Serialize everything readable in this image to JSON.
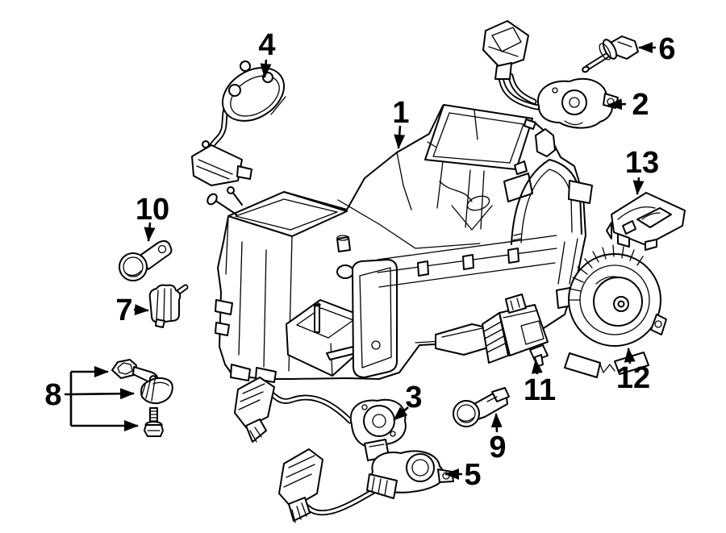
{
  "diagram": {
    "background": "#ffffff",
    "line_color": "#000000",
    "callouts": [
      {
        "label": "1"
      },
      {
        "label": "2"
      },
      {
        "label": "3"
      },
      {
        "label": "4"
      },
      {
        "label": "5"
      },
      {
        "label": "6"
      },
      {
        "label": "7"
      },
      {
        "label": "8"
      },
      {
        "label": "9"
      },
      {
        "label": "10"
      },
      {
        "label": "11"
      },
      {
        "label": "12"
      },
      {
        "label": "13"
      }
    ]
  }
}
